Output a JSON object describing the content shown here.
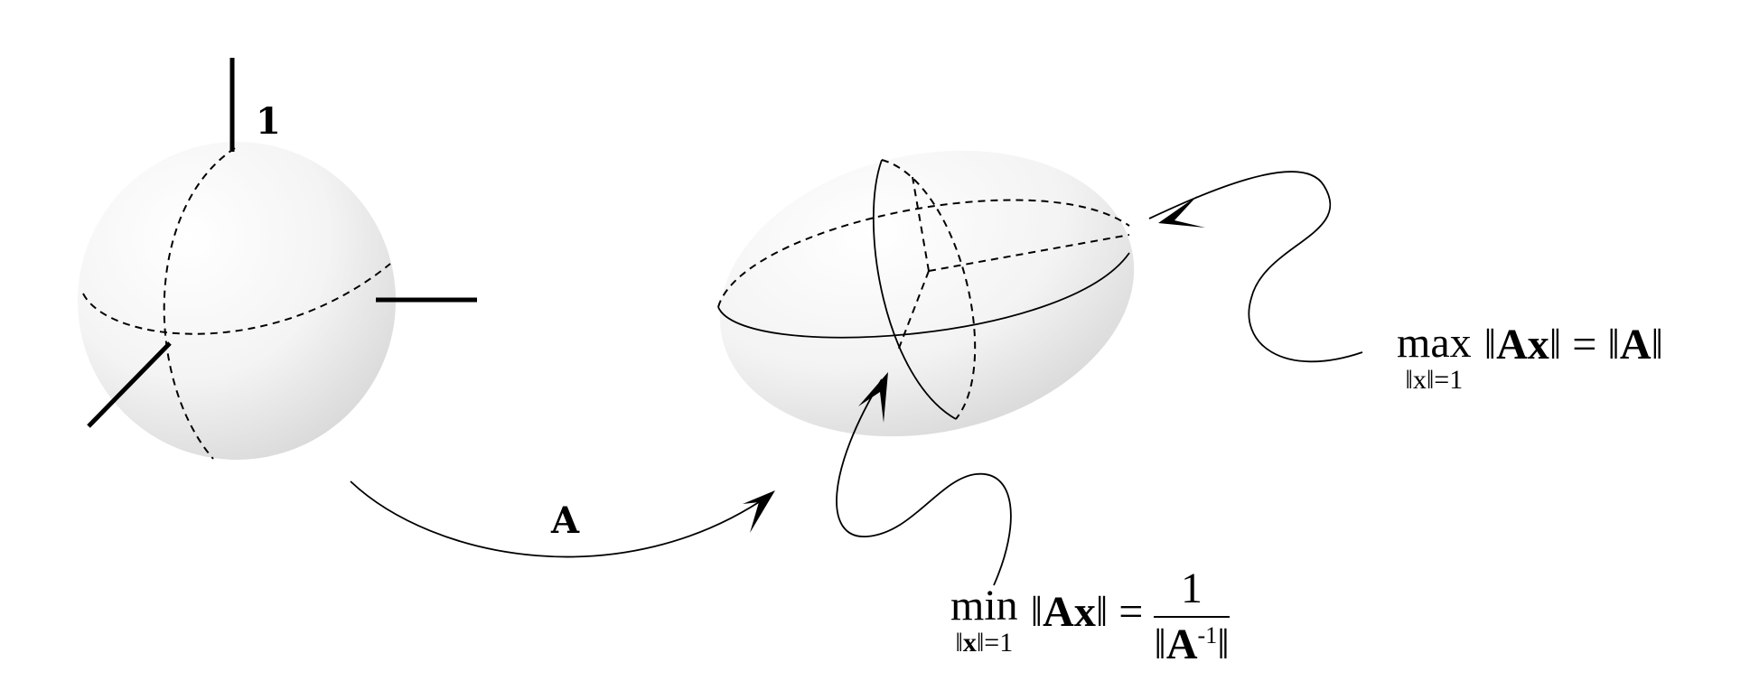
{
  "diagram": {
    "axis_label": "1",
    "map_label": "A",
    "max_annotation": {
      "operator": "max",
      "subscript": "‖x‖=1",
      "lhs": "‖",
      "lhs_bold": "Ax",
      "mid": "‖ = ‖",
      "rhs_bold": "A",
      "rhs_end": "‖"
    },
    "min_annotation": {
      "operator": "min",
      "subscript_pre": "‖",
      "subscript_bold": "x",
      "subscript_post": "‖=1",
      "lhs": "‖",
      "lhs_bold": "Ax",
      "mid": "‖ =",
      "numerator": "1",
      "denominator_pre": "‖",
      "denominator_bold": "A",
      "denominator_sup": "-1",
      "denominator_post": "‖"
    }
  }
}
